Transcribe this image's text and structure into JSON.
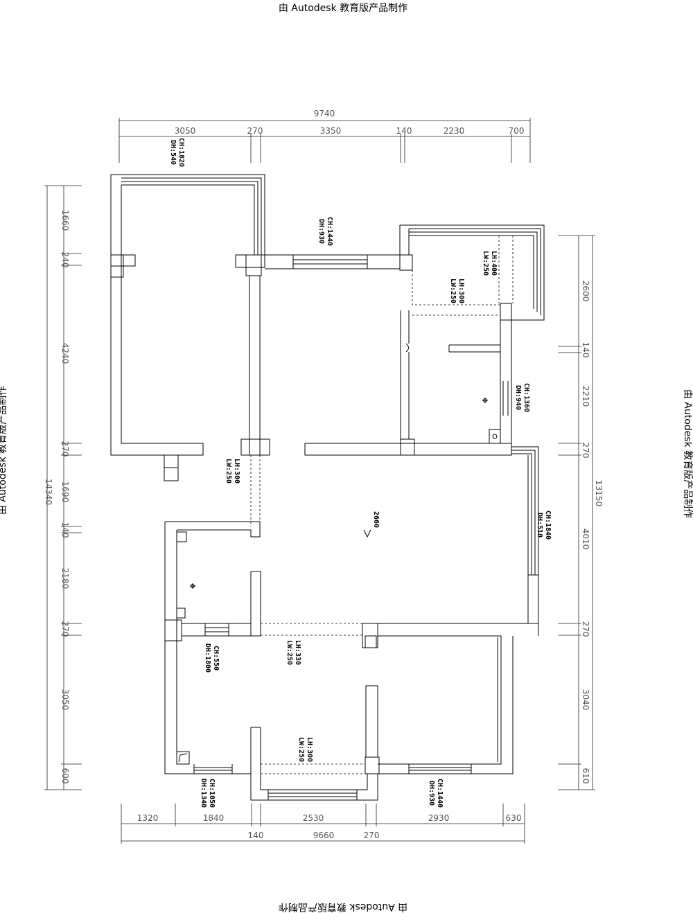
{
  "watermark": "由 Autodesk 教育版产品制作",
  "dims": {
    "top_total": "9740",
    "top": [
      "3050",
      "270",
      "3350",
      "140",
      "2230",
      "700"
    ],
    "bottom": [
      "1320",
      "1840",
      "2530",
      "2930",
      "630"
    ],
    "bottom_total": "9660",
    "bottom_small": [
      "140",
      "270"
    ],
    "left_total": "14340",
    "left": [
      "1660",
      "240",
      "4240",
      "270",
      "1690",
      "140",
      "2180",
      "270",
      "3050",
      "600"
    ],
    "right_total": "13150",
    "right": [
      "2600",
      "140",
      "2210",
      "270",
      "4010",
      "270",
      "3040",
      "610"
    ]
  },
  "annotations": {
    "a1": [
      "CH:1820",
      "DH:540"
    ],
    "a2": [
      "CH:1440",
      "DH:930"
    ],
    "a3": [
      "LH:400",
      "LW:250"
    ],
    "a4": [
      "LH:300",
      "LW:250"
    ],
    "a5": [
      "CH:1360",
      "DH:940"
    ],
    "a6": [
      "LH:300",
      "LW:250"
    ],
    "a7": [
      "CH:1840",
      "DH:510"
    ],
    "a8": [
      "CH:550",
      "DH:1800"
    ],
    "a9": [
      "LH:330",
      "LW:250"
    ],
    "a10": [
      "LH:300",
      "LW:250"
    ],
    "a11": [
      "CH:1050",
      "DH:1340"
    ],
    "a12": [
      "CH:1440",
      "DH:930"
    ]
  },
  "ceiling_height": "2660"
}
